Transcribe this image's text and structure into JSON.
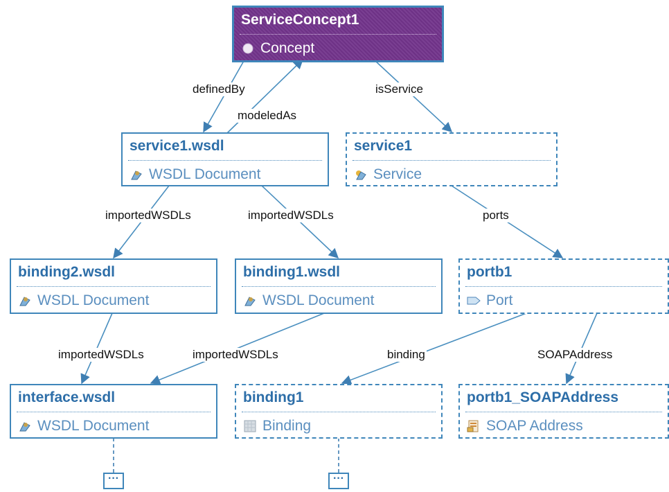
{
  "nodes": {
    "root": {
      "title": "ServiceConcept1",
      "type": "Concept",
      "icon": "concept-icon"
    },
    "service1_wsdl": {
      "title": "service1.wsdl",
      "type": "WSDL Document",
      "icon": "wsdl-document-icon"
    },
    "service1": {
      "title": "service1",
      "type": "Service",
      "icon": "service-icon"
    },
    "binding2_wsdl": {
      "title": "binding2.wsdl",
      "type": "WSDL Document",
      "icon": "wsdl-document-icon"
    },
    "binding1_wsdl": {
      "title": "binding1.wsdl",
      "type": "WSDL Document",
      "icon": "wsdl-document-icon"
    },
    "portb1": {
      "title": "portb1",
      "type": "Port",
      "icon": "port-icon"
    },
    "interface_wsdl": {
      "title": "interface.wsdl",
      "type": "WSDL Document",
      "icon": "wsdl-document-icon"
    },
    "binding1": {
      "title": "binding1",
      "type": "Binding",
      "icon": "binding-icon"
    },
    "soap_address": {
      "title": "portb1_SOAPAddress",
      "type": "SOAP Address",
      "icon": "soap-address-icon"
    }
  },
  "edges": {
    "definedBy": "definedBy",
    "modeledAs": "modeledAs",
    "isService": "isService",
    "imported1": "importedWSDLs",
    "imported2": "importedWSDLs",
    "ports": "ports",
    "imported3": "importedWSDLs",
    "imported4": "importedWSDLs",
    "binding": "binding",
    "soapAddress": "SOAPAddress"
  },
  "more_label": "···",
  "colors": {
    "node_border": "#3f86ba",
    "title_text": "#2d6ea8",
    "type_text": "#5b8fbf",
    "root_fill": "#74388c"
  }
}
